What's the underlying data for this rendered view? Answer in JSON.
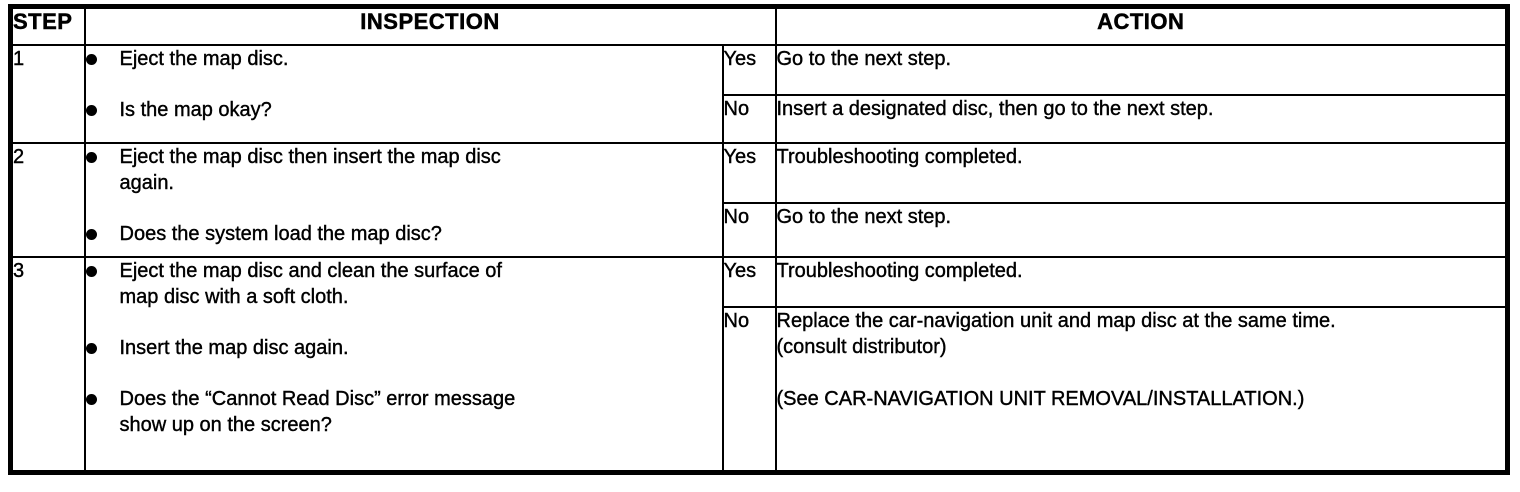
{
  "page": {
    "background_color": "#ffffff",
    "border_color": "#000000"
  },
  "table": {
    "headers": {
      "step": "STEP",
      "inspection": "INSPECTION",
      "action": "ACTION"
    },
    "rows": [
      {
        "step": "1",
        "inspection": [
          "Eject the map disc.",
          "Is the map okay?"
        ],
        "yes": {
          "label": "Yes",
          "action": [
            "Go to the next step."
          ]
        },
        "no": {
          "label": "No",
          "action": [
            "Insert a designated disc, then go to the next step."
          ]
        }
      },
      {
        "step": "2",
        "inspection": [
          "Eject the map disc then insert the map disc again.",
          "Does the system load the map disc?"
        ],
        "yes": {
          "label": "Yes",
          "action": [
            "Troubleshooting completed."
          ]
        },
        "no": {
          "label": "No",
          "action": [
            "Go to the next step."
          ]
        }
      },
      {
        "step": "3",
        "inspection": [
          "Eject the map disc and clean the surface of map disc with a soft cloth.",
          "Insert the map disc again.",
          "Does the “Cannot Read Disc” error message show up on the screen?"
        ],
        "yes": {
          "label": "Yes",
          "action": [
            "Troubleshooting completed."
          ]
        },
        "no": {
          "label": "No",
          "action": [
            "Replace the car-navigation unit and map disc at the same time.",
            "(consult distributor)",
            "(See CAR-NAVIGATION UNIT REMOVAL/INSTALLATION.)"
          ]
        }
      }
    ]
  }
}
